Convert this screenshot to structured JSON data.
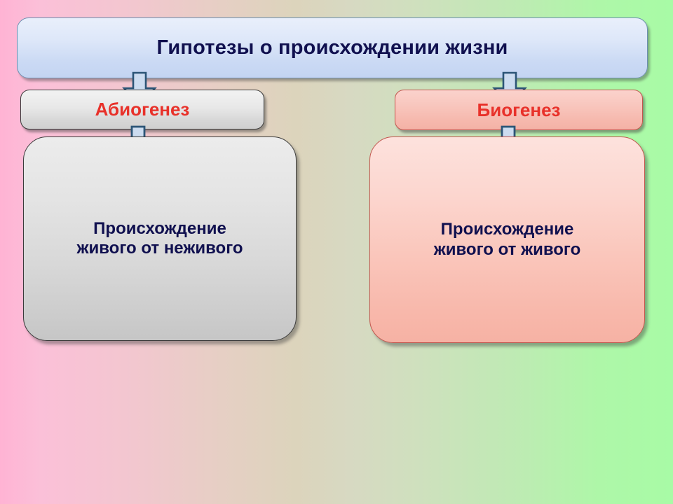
{
  "slide": {
    "title": "Гипотезы о происхождении жизни",
    "background_colors": {
      "left": "#ffb3d4",
      "middle": "#d7d9c2",
      "right": "#a8fba6"
    }
  },
  "branches": {
    "left": {
      "label": "Абиогенез",
      "label_color": "#e8312a",
      "body_line1": "Происхождение",
      "body_line2": "живого от неживого",
      "body_text_color": "#10104f",
      "box_fill": "#e0e0e0"
    },
    "right": {
      "label": "Биогенез",
      "label_color": "#e8312a",
      "body_line1": "Происхождение",
      "body_line2": "живого от живого",
      "body_text_color": "#10104f",
      "box_fill": "#fac6bb"
    }
  },
  "arrows": {
    "fill": "#ccdcf0",
    "stroke": "#2c5577",
    "items": [
      {
        "name": "arrow-title-to-abiogenez"
      },
      {
        "name": "arrow-abiogenez-to-body"
      },
      {
        "name": "arrow-title-to-biogenez"
      },
      {
        "name": "arrow-biogenez-to-body"
      }
    ]
  }
}
